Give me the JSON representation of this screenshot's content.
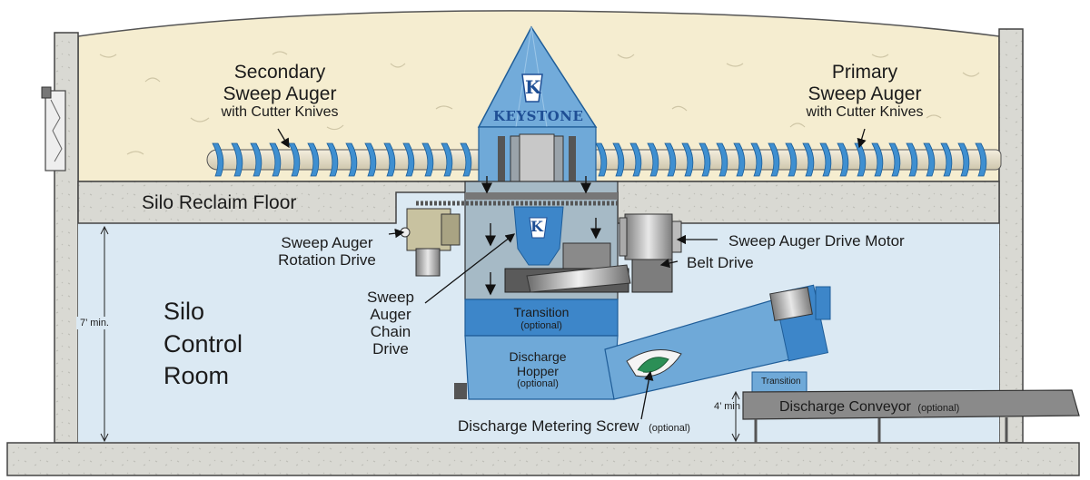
{
  "brand": {
    "name": "KEYSTONE",
    "logo_letter": "K"
  },
  "labels": {
    "secondary_auger": {
      "line1": "Secondary",
      "line2": "Sweep Auger",
      "line3": "with Cutter Knives"
    },
    "primary_auger": {
      "line1": "Primary",
      "line2": "Sweep Auger",
      "line3": "with Cutter Knives"
    },
    "silo_reclaim_floor": "Silo Reclaim Floor",
    "rotation_drive": {
      "line1": "Sweep Auger",
      "line2": "Rotation Drive"
    },
    "chain_drive": {
      "line1": "Sweep",
      "line2": "Auger",
      "line3": "Chain",
      "line4": "Drive"
    },
    "drive_motor": "Sweep Auger Drive Motor",
    "belt_drive": "Belt Drive",
    "transition": {
      "text": "Transition",
      "note": "(optional)"
    },
    "discharge_hopper": {
      "line1": "Discharge",
      "line2": "Hopper",
      "note": "(optional)"
    },
    "metering_screw": {
      "text": "Discharge Metering Screw",
      "note": "(optional)"
    },
    "conveyor_transition": "Transition",
    "discharge_conveyor": {
      "text": "Discharge Conveyor",
      "note": "(optional)"
    },
    "control_room": {
      "line1": "Silo",
      "line2": "Control",
      "line3": "Room"
    },
    "height_min": "7’ min.",
    "clearance_min": "4’ min"
  },
  "colors": {
    "material": "#f5edd0",
    "room": "#dbe9f3",
    "concrete": "#d8d8d2",
    "equipment_blue": "#6fa9d8",
    "dark_blue": "#2d78bd",
    "auger_flight": "#3f8fd0",
    "gray_metal": "#9a9a9a"
  }
}
